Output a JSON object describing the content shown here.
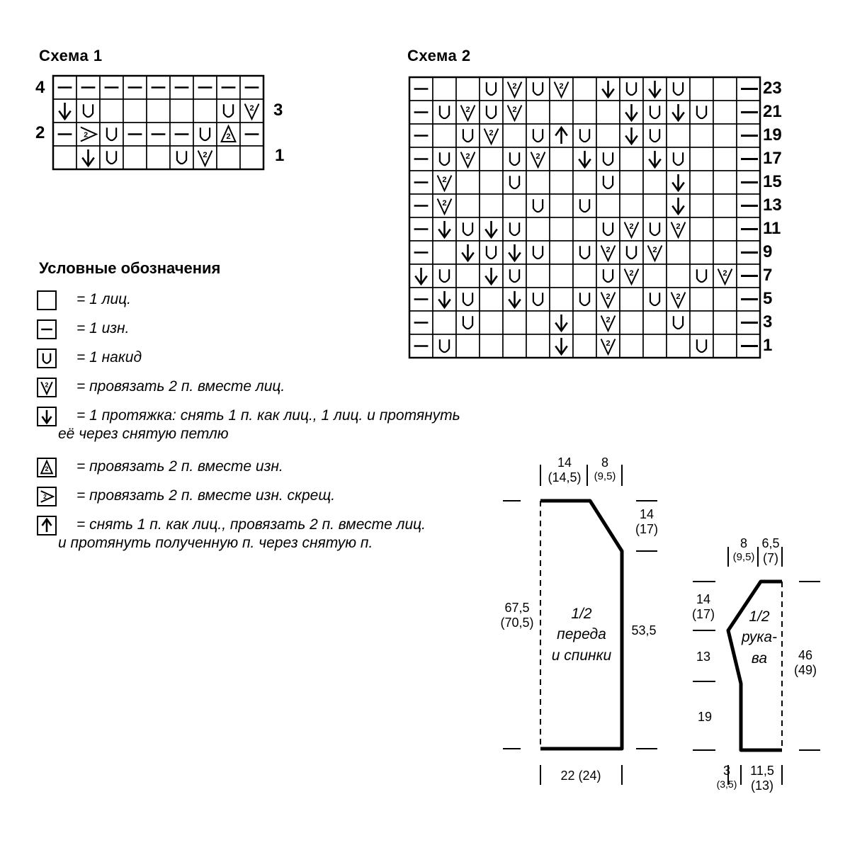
{
  "scheme1": {
    "title": "Схема 1",
    "row_numbers": [
      "4",
      "3",
      "2",
      "1"
    ],
    "grid": [
      [
        "P",
        "P",
        "P",
        "P",
        "P",
        "P",
        "P",
        "P",
        "P"
      ],
      [
        "ARROW",
        "U",
        "K",
        "K",
        "K",
        "K",
        "K",
        "U",
        "K2T"
      ],
      [
        "P",
        "P2TX",
        "U",
        "P",
        "P",
        "P",
        "U",
        "P2T",
        "P"
      ],
      [
        "K",
        "ARROW",
        "U",
        "K",
        "K",
        "U",
        "K2T",
        "K",
        "K"
      ]
    ]
  },
  "scheme2": {
    "title": "Схема 2",
    "row_numbers": [
      "23",
      "21",
      "19",
      "17",
      "15",
      "13",
      "11",
      "9",
      "7",
      "5",
      "3",
      "1"
    ],
    "grid": [
      [
        "P",
        "K",
        "K",
        "U",
        "K2T",
        "U",
        "K2T",
        "K",
        "ARROW",
        "U",
        "ARROW",
        "U",
        "K",
        "K",
        "P"
      ],
      [
        "P",
        "U",
        "K2T",
        "U",
        "K2T",
        "K",
        "K",
        "K",
        "K",
        "ARROW",
        "U",
        "ARROW",
        "U",
        "K",
        "P"
      ],
      [
        "P",
        "K",
        "U",
        "K2T",
        "K",
        "U",
        "CDD",
        "U",
        "K",
        "ARROW",
        "U",
        "K",
        "K",
        "K",
        "P"
      ],
      [
        "P",
        "U",
        "K2T",
        "K",
        "U",
        "K2T",
        "K",
        "ARROW",
        "U",
        "K",
        "ARROW",
        "U",
        "K",
        "K",
        "P"
      ],
      [
        "P",
        "K2T",
        "K",
        "K",
        "U",
        "K",
        "K",
        "K",
        "U",
        "K",
        "K",
        "ARROW",
        "K",
        "K",
        "P"
      ],
      [
        "P",
        "K2T",
        "K",
        "K",
        "K",
        "U",
        "K",
        "U",
        "K",
        "K",
        "K",
        "ARROW",
        "K",
        "K",
        "P"
      ],
      [
        "P",
        "ARROW",
        "U",
        "ARROW",
        "U",
        "K",
        "K",
        "K",
        "U",
        "K2T",
        "U",
        "K2T",
        "K",
        "K",
        "P"
      ],
      [
        "P",
        "K",
        "ARROW",
        "U",
        "ARROW",
        "U",
        "K",
        "U",
        "K2T",
        "U",
        "K2T",
        "K",
        "K",
        "K",
        "P"
      ],
      [
        "ARROW",
        "U",
        "K",
        "ARROW",
        "U",
        "K",
        "K",
        "K",
        "U",
        "K2T",
        "K",
        "K",
        "U",
        "K2T",
        "P"
      ],
      [
        "P",
        "ARROW",
        "U",
        "K",
        "ARROW",
        "U",
        "K",
        "U",
        "K2T",
        "K",
        "U",
        "K2T",
        "K",
        "K",
        "P"
      ],
      [
        "P",
        "K",
        "U",
        "K",
        "K",
        "K",
        "ARROW",
        "K",
        "K2T",
        "K",
        "K",
        "U",
        "K",
        "K",
        "P"
      ],
      [
        "P",
        "U",
        "K",
        "K",
        "K",
        "K",
        "ARROW",
        "K",
        "K2T",
        "K",
        "K",
        "K",
        "U",
        "K",
        "P"
      ]
    ]
  },
  "legend": {
    "title": "Условные обозначения",
    "items": [
      {
        "symbol": "K",
        "text": "= 1 лиц."
      },
      {
        "symbol": "P",
        "text": "= 1 изн."
      },
      {
        "symbol": "U",
        "text": "= 1 накид"
      },
      {
        "symbol": "K2T",
        "text": "= провязать 2 п. вместе лиц."
      },
      {
        "symbol": "ARROW",
        "text": "= 1 протяжка: снять 1 п. как лиц., 1 лиц. и протянуть",
        "text2": "её через снятую петлю"
      },
      {
        "symbol": "P2T",
        "text": "= провязать 2 п. вместе изн."
      },
      {
        "symbol": "P2TX",
        "text": "= провязать 2 п. вместе изн. скрещ."
      },
      {
        "symbol": "CDD",
        "text": "= снять 1 п. как лиц., провязать 2 п. вместе лиц.",
        "text2": "и протянуть полученную п. через снятую п."
      }
    ]
  },
  "body_piece": {
    "label_line1": "1/2",
    "label_line2": "переда",
    "label_line3": "и спинки",
    "top_left": "14",
    "top_left_alt": "(14,5)",
    "top_right": "8",
    "top_right_alt": "(9,5)",
    "shoulder": "14",
    "shoulder_alt": "(17)",
    "total_height": "67,5",
    "total_height_alt": "(70,5)",
    "side": "53,5",
    "bottom": "22 (24)"
  },
  "sleeve_piece": {
    "label_line1": "1/2",
    "label_line2": "рука-",
    "label_line3": "ва",
    "top_left": "8",
    "top_left_alt": "(9,5)",
    "top_right": "6,5",
    "top_right_alt": "(7)",
    "cap": "14",
    "cap_alt": "(17)",
    "mid": "13",
    "low": "19",
    "height": "46",
    "height_alt": "(49)",
    "bottom_left": "3",
    "bottom_left_alt": "(3,5)",
    "bottom_right": "11,5",
    "bottom_right_alt": "(13)"
  }
}
